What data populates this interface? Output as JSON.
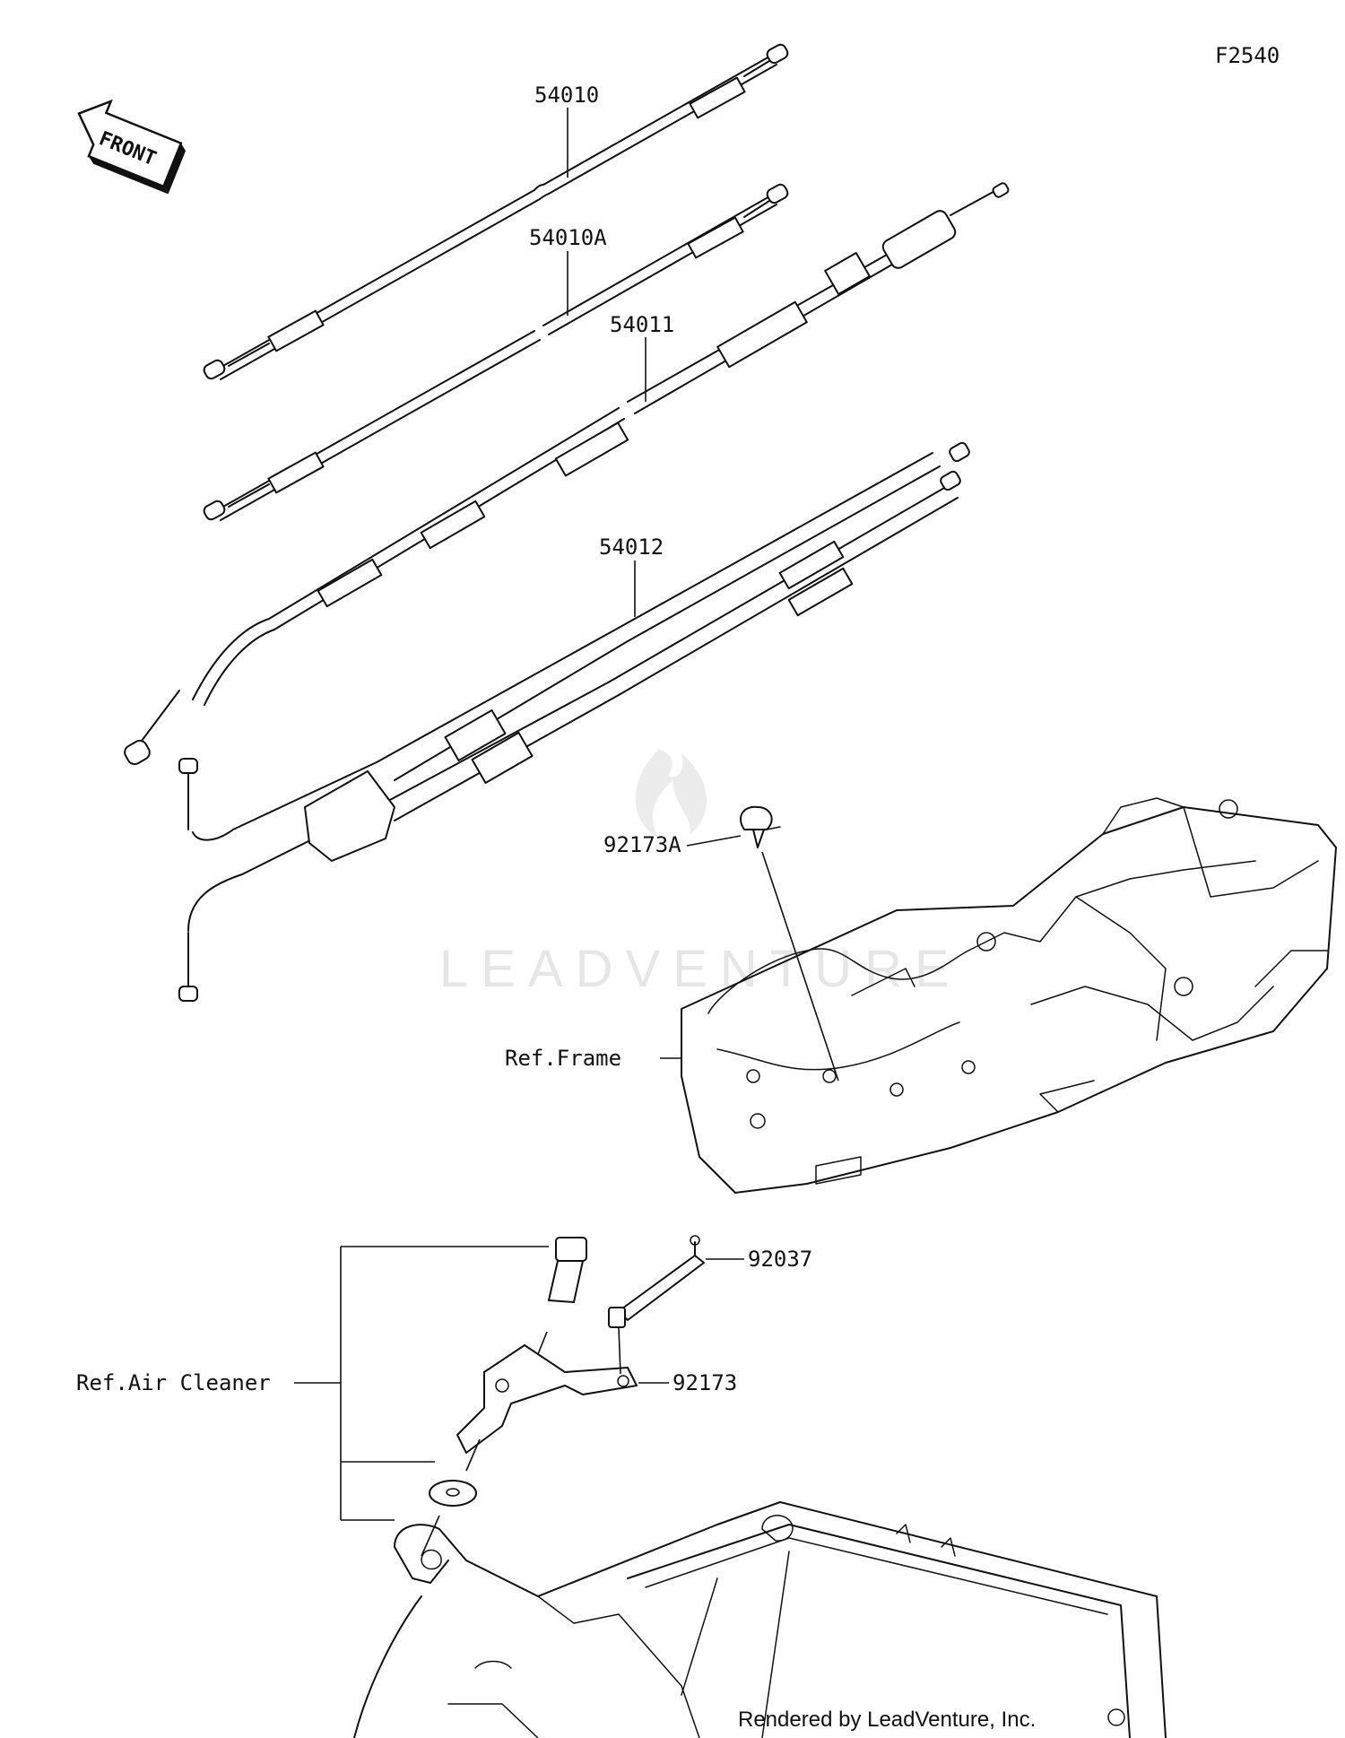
{
  "figure_code": "F2540",
  "front_indicator": "FRONT",
  "watermark": "LEADVENTURE",
  "credit": "Rendered by LeadVenture, Inc.",
  "parts": {
    "p54010": "54010",
    "p54010A": "54010A",
    "p54011": "54011",
    "p54012": "54012",
    "p92173A": "92173A",
    "p92037": "92037",
    "p92173": "92173"
  },
  "references": {
    "frame": "Ref.Frame",
    "air_cleaner": "Ref.Air Cleaner"
  }
}
